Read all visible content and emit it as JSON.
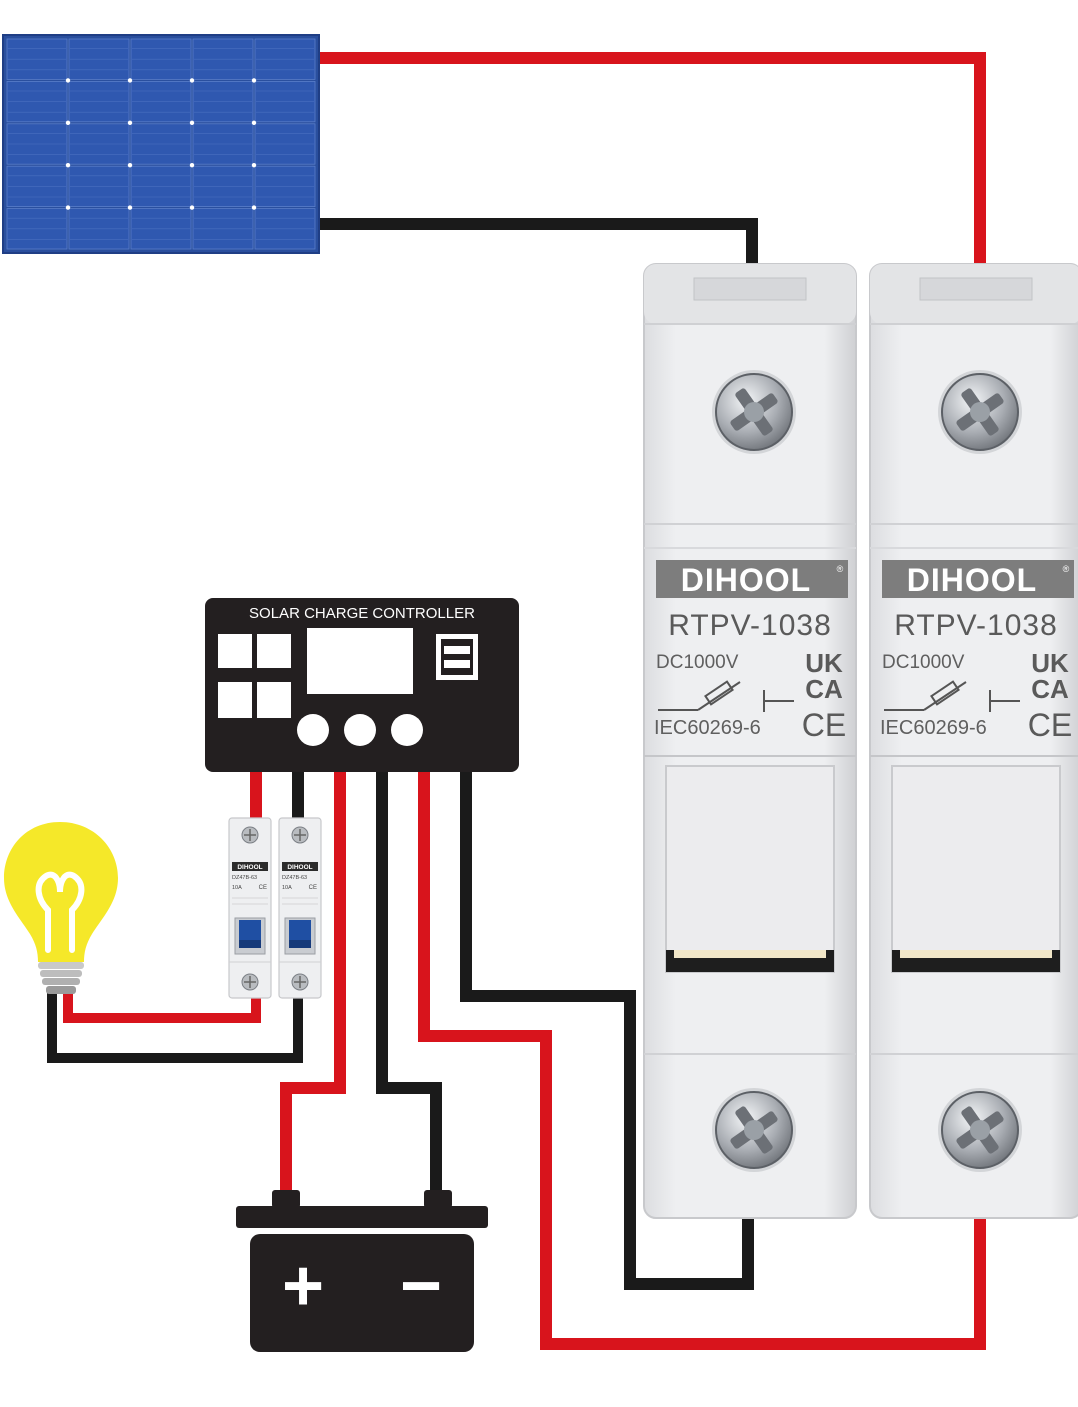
{
  "controller": {
    "title": "SOLAR CHARGE CONTROLLER"
  },
  "fuse_holders": [
    {
      "brand": "DIHOOL",
      "model": "RTPV-1038",
      "voltage": "DC1000V",
      "standard": "IEC60269-6",
      "mark_uk": "UK",
      "mark_ca": "CA",
      "mark_ce": "CE"
    },
    {
      "brand": "DIHOOL",
      "model": "RTPV-1038",
      "voltage": "DC1000V",
      "standard": "IEC60269-6",
      "mark_uk": "UK",
      "mark_ca": "CA",
      "mark_ce": "CE"
    }
  ],
  "breakers": [
    {
      "brand": "DIHOOL",
      "model": "DZ47B-63",
      "rating": "10A",
      "mark_ce": "CE"
    },
    {
      "brand": "DIHOOL",
      "model": "DZ47B-63",
      "rating": "10A",
      "mark_ce": "CE"
    }
  ],
  "battery": {
    "positive_symbol": "+",
    "negative_symbol": "−"
  },
  "colors": {
    "wire_positive": "#d8141c",
    "wire_negative": "#1a1a1a",
    "solar_panel": "#2a4f9e",
    "fuse_body": "#e9eaec",
    "controller_body": "#231f20",
    "lamp_yellow": "#f5e829",
    "brand_label_bg": "#7d7d7d"
  },
  "icons": {
    "panel": "solar-panel-icon",
    "lamp": "light-bulb-icon",
    "battery": "battery-icon",
    "screw": "screw-icon",
    "fuse": "fuse-symbol-icon",
    "usb": "usb-port-icon"
  }
}
